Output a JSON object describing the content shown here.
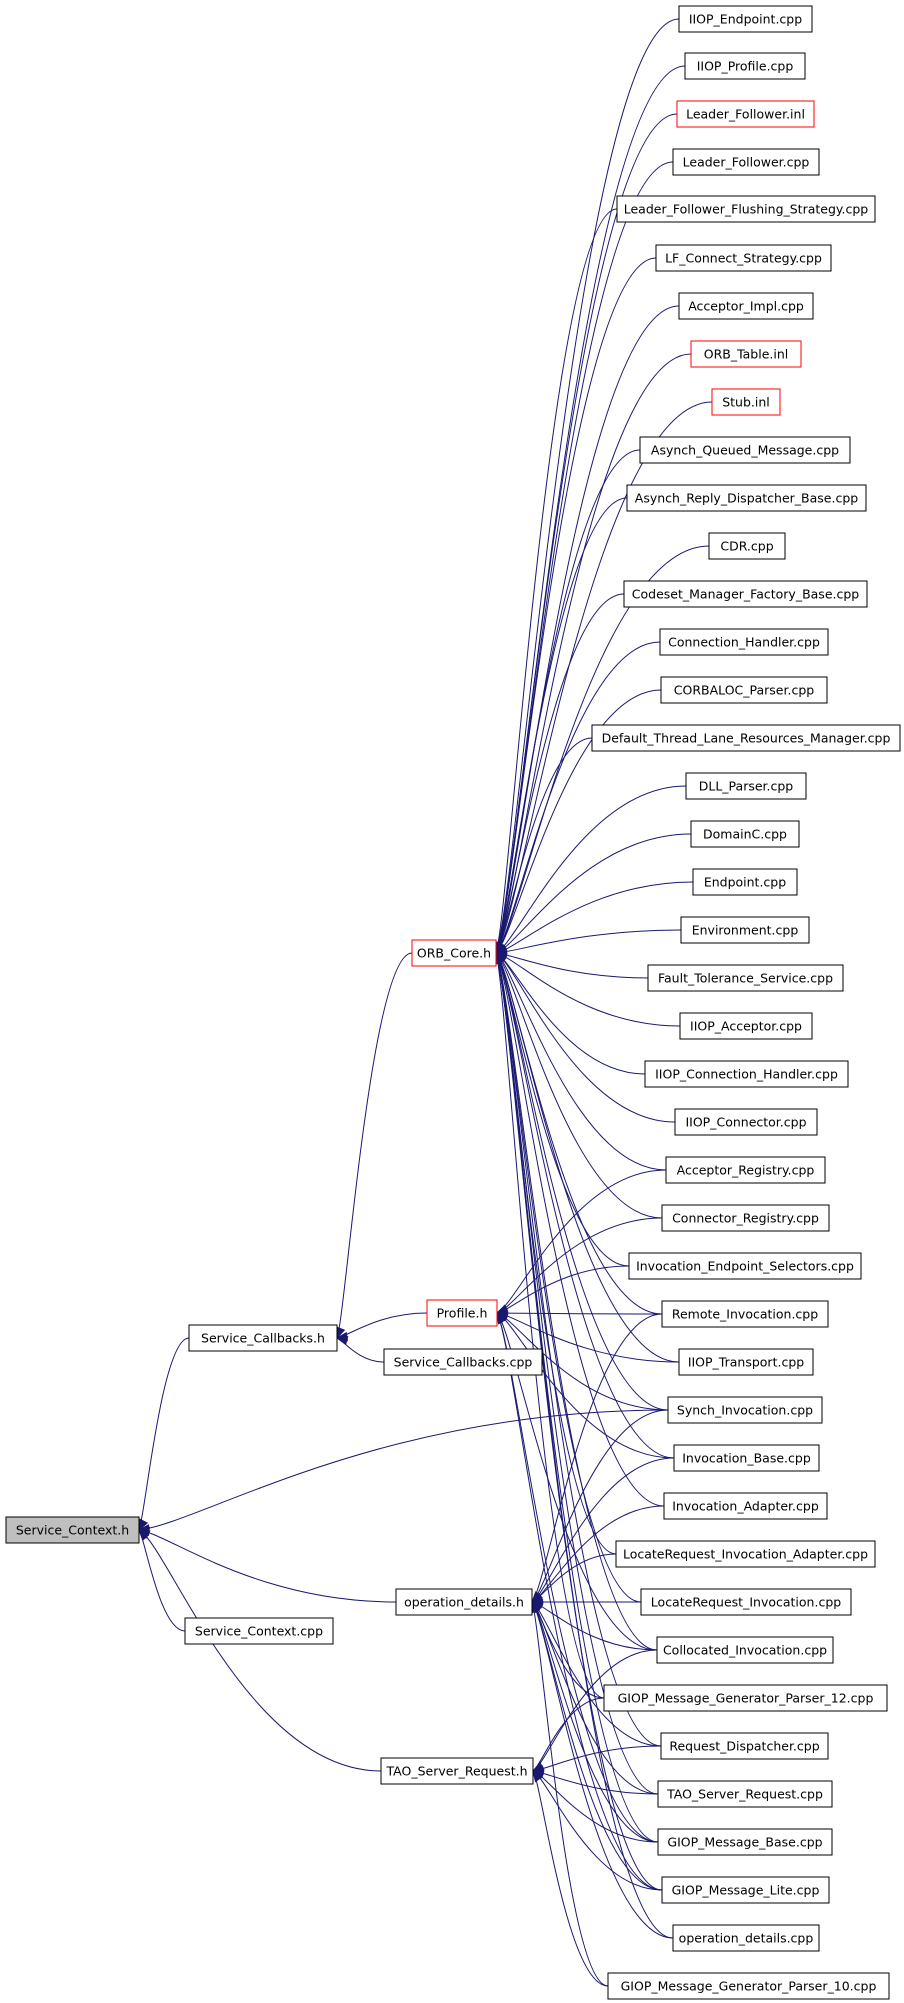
{
  "graph": {
    "nodes": [
      {
        "id": "service_context_h",
        "label": "Service_Context.h",
        "style": "root"
      },
      {
        "id": "service_context_cpp",
        "label": "Service_Context.cpp"
      },
      {
        "id": "service_callbacks_h",
        "label": "Service_Callbacks.h"
      },
      {
        "id": "service_callbacks_cpp",
        "label": "Service_Callbacks.cpp"
      },
      {
        "id": "orb_core_h",
        "label": "ORB_Core.h",
        "style": "red"
      },
      {
        "id": "profile_h",
        "label": "Profile.h",
        "style": "red"
      },
      {
        "id": "operation_details_h",
        "label": "operation_details.h"
      },
      {
        "id": "tao_server_request_h",
        "label": "TAO_Server_Request.h"
      },
      {
        "id": "iiop_endpoint_cpp",
        "label": "IIOP_Endpoint.cpp"
      },
      {
        "id": "iiop_profile_cpp",
        "label": "IIOP_Profile.cpp"
      },
      {
        "id": "leader_follower_inl",
        "label": "Leader_Follower.inl",
        "style": "red"
      },
      {
        "id": "leader_follower_cpp",
        "label": "Leader_Follower.cpp"
      },
      {
        "id": "lf_flushing_cpp",
        "label": "Leader_Follower_Flushing_Strategy.cpp"
      },
      {
        "id": "lf_connect_cpp",
        "label": "LF_Connect_Strategy.cpp"
      },
      {
        "id": "acceptor_impl_cpp",
        "label": "Acceptor_Impl.cpp"
      },
      {
        "id": "orb_table_inl",
        "label": "ORB_Table.inl",
        "style": "red"
      },
      {
        "id": "stub_inl",
        "label": "Stub.inl",
        "style": "red"
      },
      {
        "id": "asynch_queued_cpp",
        "label": "Asynch_Queued_Message.cpp"
      },
      {
        "id": "asynch_reply_cpp",
        "label": "Asynch_Reply_Dispatcher_Base.cpp"
      },
      {
        "id": "cdr_cpp",
        "label": "CDR.cpp"
      },
      {
        "id": "codeset_cpp",
        "label": "Codeset_Manager_Factory_Base.cpp"
      },
      {
        "id": "connection_handler_cpp",
        "label": "Connection_Handler.cpp"
      },
      {
        "id": "corbaloc_cpp",
        "label": "CORBALOC_Parser.cpp"
      },
      {
        "id": "default_thread_cpp",
        "label": "Default_Thread_Lane_Resources_Manager.cpp"
      },
      {
        "id": "dll_parser_cpp",
        "label": "DLL_Parser.cpp"
      },
      {
        "id": "domainc_cpp",
        "label": "DomainC.cpp"
      },
      {
        "id": "endpoint_cpp",
        "label": "Endpoint.cpp"
      },
      {
        "id": "environment_cpp",
        "label": "Environment.cpp"
      },
      {
        "id": "fault_tolerance_cpp",
        "label": "Fault_Tolerance_Service.cpp"
      },
      {
        "id": "iiop_acceptor_cpp",
        "label": "IIOP_Acceptor.cpp"
      },
      {
        "id": "iiop_connection_handler_cpp",
        "label": "IIOP_Connection_Handler.cpp"
      },
      {
        "id": "iiop_connector_cpp",
        "label": "IIOP_Connector.cpp"
      },
      {
        "id": "acceptor_registry_cpp",
        "label": "Acceptor_Registry.cpp"
      },
      {
        "id": "connector_registry_cpp",
        "label": "Connector_Registry.cpp"
      },
      {
        "id": "invocation_endpoint_cpp",
        "label": "Invocation_Endpoint_Selectors.cpp"
      },
      {
        "id": "remote_invocation_cpp",
        "label": "Remote_Invocation.cpp"
      },
      {
        "id": "iiop_transport_cpp",
        "label": "IIOP_Transport.cpp"
      },
      {
        "id": "synch_invocation_cpp",
        "label": "Synch_Invocation.cpp"
      },
      {
        "id": "invocation_base_cpp",
        "label": "Invocation_Base.cpp"
      },
      {
        "id": "invocation_adapter_cpp",
        "label": "Invocation_Adapter.cpp"
      },
      {
        "id": "locreq_adapter_cpp",
        "label": "LocateRequest_Invocation_Adapter.cpp"
      },
      {
        "id": "locreq_invocation_cpp",
        "label": "LocateRequest_Invocation.cpp"
      },
      {
        "id": "collocated_invocation_cpp",
        "label": "Collocated_Invocation.cpp"
      },
      {
        "id": "giop_gen_12_cpp",
        "label": "GIOP_Message_Generator_Parser_12.cpp"
      },
      {
        "id": "request_dispatcher_cpp",
        "label": "Request_Dispatcher.cpp"
      },
      {
        "id": "tao_server_request_cpp",
        "label": "TAO_Server_Request.cpp"
      },
      {
        "id": "giop_base_cpp",
        "label": "GIOP_Message_Base.cpp"
      },
      {
        "id": "giop_lite_cpp",
        "label": "GIOP_Message_Lite.cpp"
      },
      {
        "id": "operation_details_cpp",
        "label": "operation_details.cpp"
      },
      {
        "id": "giop_gen_10_cpp",
        "label": "GIOP_Message_Generator_Parser_10.cpp"
      }
    ],
    "edges": [
      [
        "service_context_cpp",
        "service_context_h"
      ],
      [
        "service_callbacks_h",
        "service_context_h"
      ],
      [
        "synch_invocation_cpp",
        "service_context_h"
      ],
      [
        "operation_details_h",
        "service_context_h"
      ],
      [
        "tao_server_request_h",
        "service_context_h"
      ],
      [
        "service_callbacks_cpp",
        "service_callbacks_h"
      ],
      [
        "orb_core_h",
        "service_callbacks_h"
      ],
      [
        "profile_h",
        "service_callbacks_h"
      ],
      [
        "iiop_endpoint_cpp",
        "orb_core_h"
      ],
      [
        "iiop_profile_cpp",
        "orb_core_h"
      ],
      [
        "leader_follower_inl",
        "orb_core_h"
      ],
      [
        "leader_follower_cpp",
        "orb_core_h"
      ],
      [
        "lf_flushing_cpp",
        "orb_core_h"
      ],
      [
        "lf_connect_cpp",
        "orb_core_h"
      ],
      [
        "acceptor_impl_cpp",
        "orb_core_h"
      ],
      [
        "orb_table_inl",
        "orb_core_h"
      ],
      [
        "stub_inl",
        "orb_core_h"
      ],
      [
        "asynch_queued_cpp",
        "orb_core_h"
      ],
      [
        "asynch_reply_cpp",
        "orb_core_h"
      ],
      [
        "cdr_cpp",
        "orb_core_h"
      ],
      [
        "codeset_cpp",
        "orb_core_h"
      ],
      [
        "connection_handler_cpp",
        "orb_core_h"
      ],
      [
        "corbaloc_cpp",
        "orb_core_h"
      ],
      [
        "default_thread_cpp",
        "orb_core_h"
      ],
      [
        "dll_parser_cpp",
        "orb_core_h"
      ],
      [
        "domainc_cpp",
        "orb_core_h"
      ],
      [
        "endpoint_cpp",
        "orb_core_h"
      ],
      [
        "environment_cpp",
        "orb_core_h"
      ],
      [
        "fault_tolerance_cpp",
        "orb_core_h"
      ],
      [
        "iiop_acceptor_cpp",
        "orb_core_h"
      ],
      [
        "iiop_connection_handler_cpp",
        "orb_core_h"
      ],
      [
        "iiop_connector_cpp",
        "orb_core_h"
      ],
      [
        "acceptor_registry_cpp",
        "orb_core_h"
      ],
      [
        "connector_registry_cpp",
        "orb_core_h"
      ],
      [
        "invocation_endpoint_cpp",
        "orb_core_h"
      ],
      [
        "remote_invocation_cpp",
        "orb_core_h"
      ],
      [
        "iiop_transport_cpp",
        "orb_core_h"
      ],
      [
        "synch_invocation_cpp",
        "orb_core_h"
      ],
      [
        "invocation_base_cpp",
        "orb_core_h"
      ],
      [
        "invocation_adapter_cpp",
        "orb_core_h"
      ],
      [
        "locreq_adapter_cpp",
        "orb_core_h"
      ],
      [
        "locreq_invocation_cpp",
        "orb_core_h"
      ],
      [
        "collocated_invocation_cpp",
        "orb_core_h"
      ],
      [
        "giop_gen_12_cpp",
        "orb_core_h"
      ],
      [
        "request_dispatcher_cpp",
        "orb_core_h"
      ],
      [
        "tao_server_request_cpp",
        "orb_core_h"
      ],
      [
        "giop_base_cpp",
        "orb_core_h"
      ],
      [
        "giop_lite_cpp",
        "orb_core_h"
      ],
      [
        "operation_details_cpp",
        "orb_core_h"
      ],
      [
        "acceptor_registry_cpp",
        "profile_h"
      ],
      [
        "connector_registry_cpp",
        "profile_h"
      ],
      [
        "invocation_endpoint_cpp",
        "profile_h"
      ],
      [
        "remote_invocation_cpp",
        "profile_h"
      ],
      [
        "iiop_transport_cpp",
        "profile_h"
      ],
      [
        "synch_invocation_cpp",
        "profile_h"
      ],
      [
        "invocation_base_cpp",
        "profile_h"
      ],
      [
        "collocated_invocation_cpp",
        "profile_h"
      ],
      [
        "giop_base_cpp",
        "profile_h"
      ],
      [
        "giop_lite_cpp",
        "profile_h"
      ],
      [
        "remote_invocation_cpp",
        "operation_details_h"
      ],
      [
        "synch_invocation_cpp",
        "operation_details_h"
      ],
      [
        "invocation_base_cpp",
        "operation_details_h"
      ],
      [
        "invocation_adapter_cpp",
        "operation_details_h"
      ],
      [
        "locreq_adapter_cpp",
        "operation_details_h"
      ],
      [
        "locreq_invocation_cpp",
        "operation_details_h"
      ],
      [
        "collocated_invocation_cpp",
        "operation_details_h"
      ],
      [
        "giop_gen_12_cpp",
        "operation_details_h"
      ],
      [
        "request_dispatcher_cpp",
        "operation_details_h"
      ],
      [
        "tao_server_request_cpp",
        "operation_details_h"
      ],
      [
        "giop_base_cpp",
        "operation_details_h"
      ],
      [
        "giop_lite_cpp",
        "operation_details_h"
      ],
      [
        "operation_details_cpp",
        "operation_details_h"
      ],
      [
        "giop_gen_10_cpp",
        "operation_details_h"
      ],
      [
        "collocated_invocation_cpp",
        "tao_server_request_h"
      ],
      [
        "giop_gen_12_cpp",
        "tao_server_request_h"
      ],
      [
        "request_dispatcher_cpp",
        "tao_server_request_h"
      ],
      [
        "tao_server_request_cpp",
        "tao_server_request_h"
      ],
      [
        "giop_base_cpp",
        "tao_server_request_h"
      ],
      [
        "giop_lite_cpp",
        "tao_server_request_h"
      ],
      [
        "giop_gen_10_cpp",
        "tao_server_request_h"
      ]
    ]
  }
}
